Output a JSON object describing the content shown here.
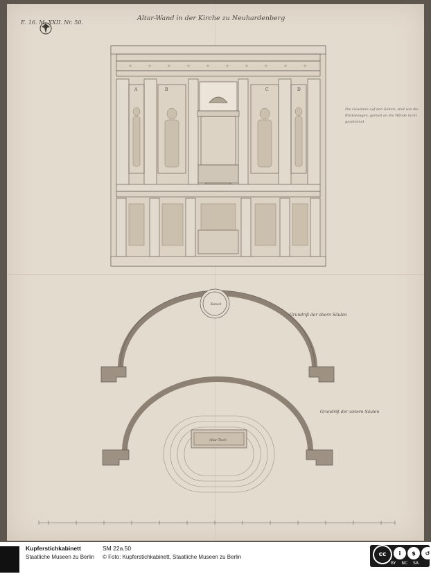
{
  "drawing": {
    "inventory_mark": "E. 16. M. XXII. Nr. 50.",
    "title": "Altar-Wand in der Kirche zu Neuhardenberg",
    "marginal_note": "Die Gewände auf den Seiten, sind wie die Rückwangen, gemalt an die Wände nicht gezeichnet",
    "column_letters": [
      "A",
      "B",
      "C",
      "D"
    ],
    "upper_section_caption": "Grundriß der obern Säulen",
    "lower_section_caption": "Grundriß der untern Säulen",
    "pulpit_label": "Kanzel",
    "altar_label": "Altar-Tisch",
    "seal_icon": "prussian-eagle-stamp-icon"
  },
  "footer": {
    "institution": "Kupferstichkabinett",
    "institution_sub": "Staatliche Museen zu Berlin",
    "inventory_number": "SM 22a.50",
    "credit": "© Foto: Kupferstichkabinett, Staatliche Museen zu Berlin",
    "license_labels": [
      "BY",
      "NC",
      "SA"
    ],
    "license_badge": "cc"
  }
}
